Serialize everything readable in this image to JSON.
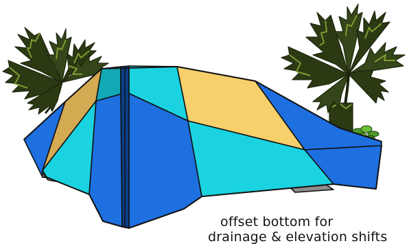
{
  "caption": {
    "line1": "offset bottom for",
    "line2": "drainage & elevation shifts"
  },
  "colors": {
    "blue": "#1e6fe0",
    "cyan": "#1bd3e0",
    "yellow": "#f7cf6b",
    "tan": "#d4aa52",
    "teal_dark": "#12a9b6",
    "outline": "#111111",
    "foliage_dark": "#2c3a14",
    "foliage_light": "#7e9b2f",
    "foliage_green": "#4c9a2a"
  },
  "objects": {
    "left_plant": "palm-plant",
    "right_plant": "palm-plant",
    "small_plant": "leafy-plant",
    "planter": "faceted-planter"
  }
}
